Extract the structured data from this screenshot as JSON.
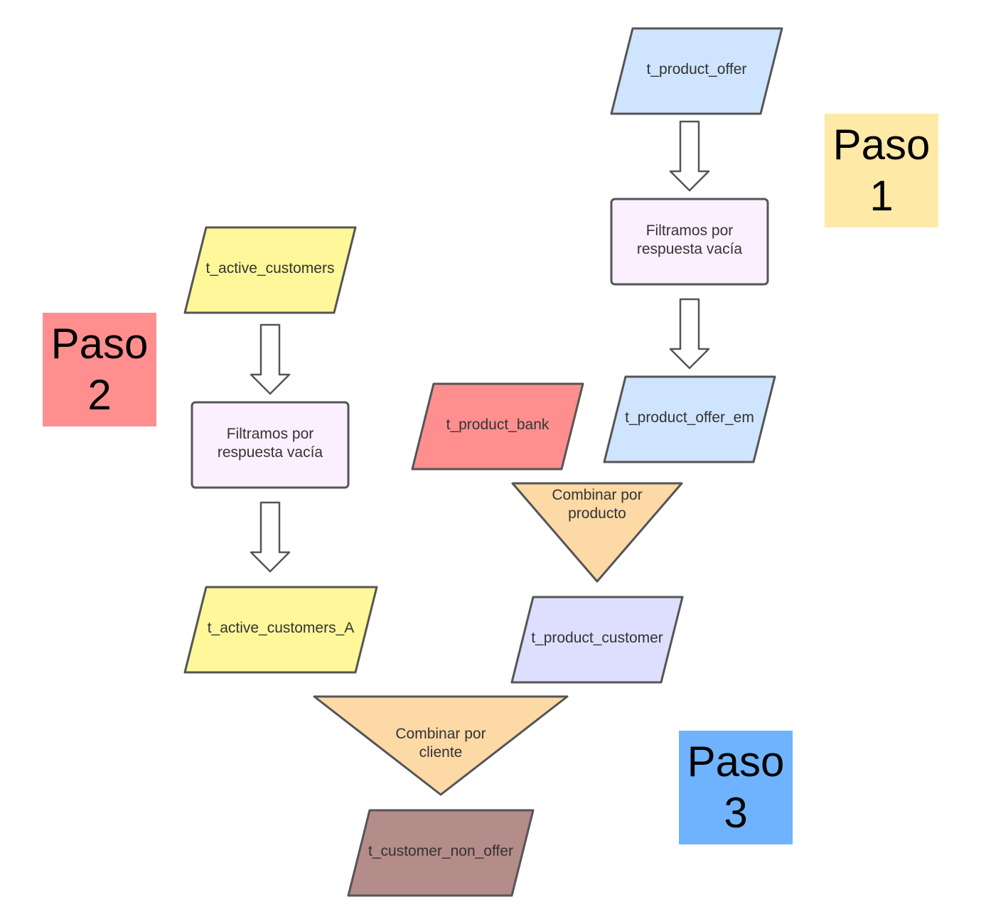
{
  "colors": {
    "offer_blue": "#cfe4ff",
    "yellow": "#fff799",
    "lilac": "#fbf0ff",
    "red": "#ff8f8f",
    "periwinkle": "#dedfff",
    "orange": "#fdd9a6",
    "mauve": "#b48c89",
    "note_yellow": "#ffe9a6",
    "note_red": "#ff8f8f",
    "note_blue": "#6fb3ff"
  },
  "nodes": {
    "product_offer": "t_product_offer",
    "filter_1": [
      "Filtramos por",
      "respuesta vacía"
    ],
    "product_offer_em": "t_product_offer_em",
    "product_bank": "t_product_bank",
    "merge_product": [
      "Combinar por",
      "producto"
    ],
    "product_customer": "t_product_customer",
    "active_customers": "t_active_customers",
    "filter_2": [
      "Filtramos por",
      "respuesta vacía"
    ],
    "active_customers_a": "t_active_customers_A",
    "merge_customer": [
      "Combinar por",
      "cliente"
    ],
    "customer_non_offer": "t_customer_non_offer"
  },
  "notes": {
    "paso1": [
      "Paso",
      "1"
    ],
    "paso2": [
      "Paso",
      "2"
    ],
    "paso3": [
      "Paso",
      "3"
    ]
  }
}
